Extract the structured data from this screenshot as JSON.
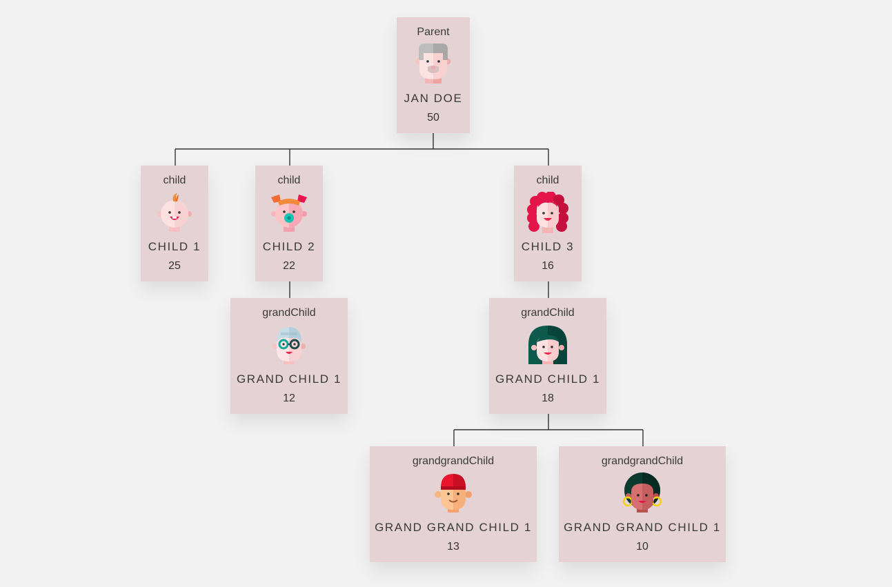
{
  "nodes": {
    "parent": {
      "role": "Parent",
      "name": "JAN DOE",
      "age": "50",
      "avatar": "grandpa-avatar-icon"
    },
    "child1": {
      "role": "child",
      "name": "CHILD 1",
      "age": "25",
      "avatar": "baby-boy-avatar-icon"
    },
    "child2": {
      "role": "child",
      "name": "CHILD 2",
      "age": "22",
      "avatar": "baby-girl-pacifier-avatar-icon"
    },
    "child3": {
      "role": "child",
      "name": "CHILD 3",
      "age": "16",
      "avatar": "curly-red-hair-girl-avatar-icon"
    },
    "grandchild1": {
      "role": "grandChild",
      "name": "GRAND CHILD 1",
      "age": "12",
      "avatar": "glasses-grandma-avatar-icon"
    },
    "grandchild2": {
      "role": "grandChild",
      "name": "GRAND CHILD 1",
      "age": "18",
      "avatar": "dark-hair-woman-avatar-icon"
    },
    "greatgrandchild1": {
      "role": "grandgrandChild",
      "name": "GRAND GRAND CHILD 1",
      "age": "13",
      "avatar": "red-beanie-boy-avatar-icon"
    },
    "greatgrandchild2": {
      "role": "grandgrandChild",
      "name": "GRAND GRAND CHILD 1",
      "age": "10",
      "avatar": "earrings-woman-avatar-icon"
    }
  },
  "colors": {
    "background": "#f2f2f2",
    "card": "#e4d2d4",
    "connector": "#333333"
  }
}
